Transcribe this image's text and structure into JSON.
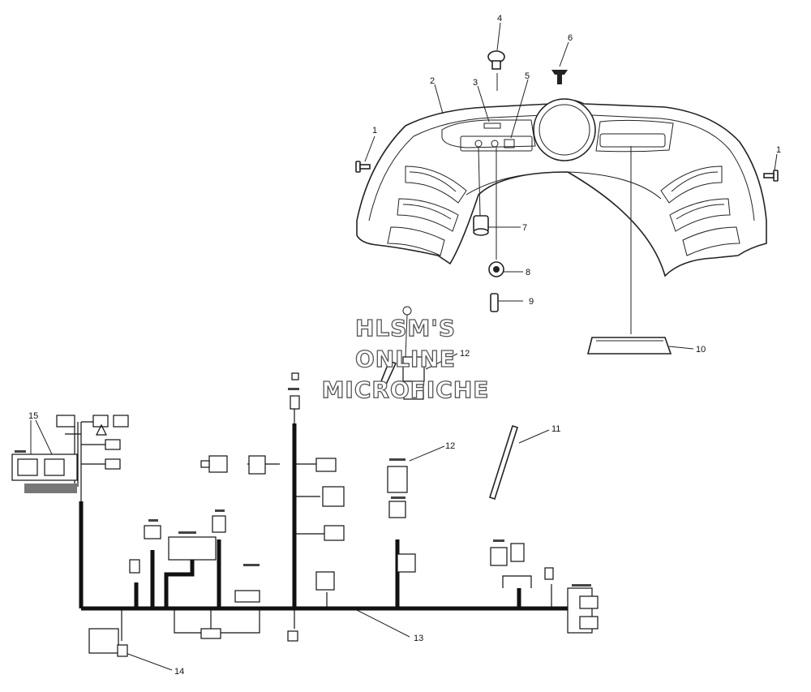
{
  "watermark": {
    "line1": "HLSM'S",
    "line2": "ONLINE",
    "line3": "MICROFICHE"
  },
  "callouts": {
    "c1a": "1",
    "c1b": "1",
    "c2": "2",
    "c3": "3",
    "c4": "4",
    "c5": "5",
    "c6": "6",
    "c7": "7",
    "c8": "8",
    "c9": "9",
    "c10": "10",
    "c11": "11",
    "c12a": "12",
    "c12b": "12",
    "c13": "13",
    "c14": "14",
    "c15": "15"
  }
}
